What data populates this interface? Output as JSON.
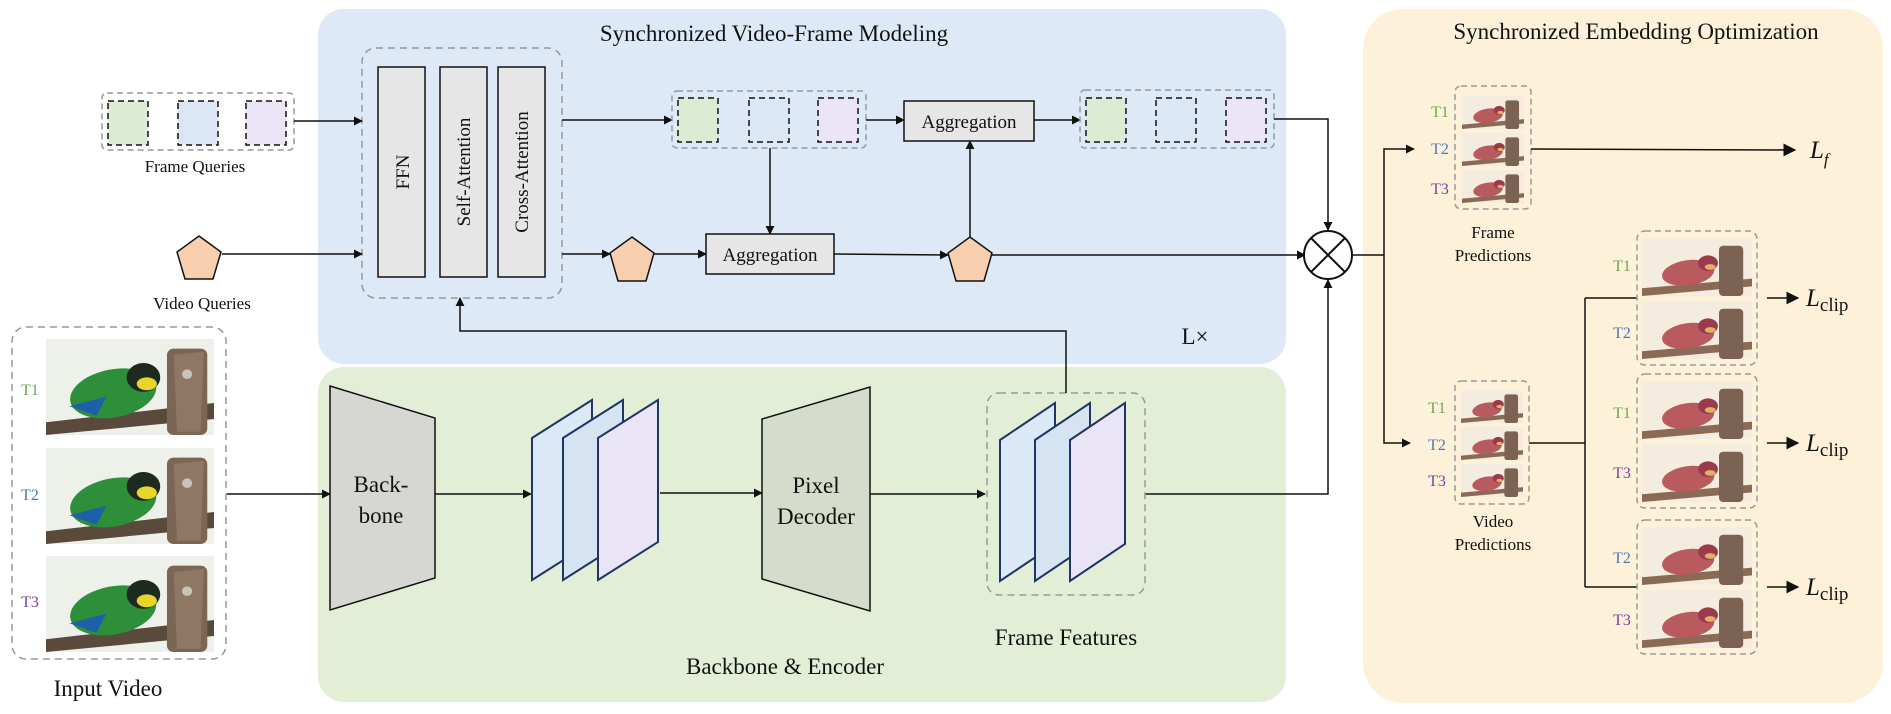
{
  "panels": {
    "sync_modeling": {
      "title": "Synchronized Video-Frame Modeling",
      "repeat_label": "L×",
      "fill": "#dde9f7"
    },
    "backbone_encoder": {
      "title": "Backbone & Encoder",
      "fill": "#e3eed6"
    },
    "sync_embedding": {
      "title": "Synchronized Embedding Optimization",
      "fill": "#fdf2d9"
    }
  },
  "inputs": {
    "frame_queries_label": "Frame Queries",
    "video_queries_label": "Video Queries",
    "input_video_label": "Input Video",
    "frame_labels": [
      "T1",
      "T2",
      "T3"
    ]
  },
  "blocks": {
    "ffn": "FFN",
    "self_attention": "Self-Attention",
    "cross_attention": "Cross-Attention",
    "aggregation": "Aggregation",
    "backbone_line1": "Back-",
    "backbone_line2": "bone",
    "pixel_decoder_line1": "Pixel",
    "pixel_decoder_line2": "Decoder",
    "frame_features_label": "Frame Features"
  },
  "outputs": {
    "frame_predictions_line1": "Frame",
    "frame_predictions_line2": "Predictions",
    "video_predictions_line1": "Video",
    "video_predictions_line2": "Predictions",
    "loss_symbol": "L",
    "loss_frame_sub": "f",
    "loss_clip_sub": "clip",
    "clip_pairs": [
      [
        "T1",
        "T2"
      ],
      [
        "T1",
        "T3"
      ],
      [
        "T2",
        "T3"
      ]
    ]
  },
  "colors": {
    "t1": "#6aa84f",
    "t2": "#4a78c2",
    "t3": "#7b3f9e",
    "query_green": "#dcebd3",
    "query_blue": "#dbe7f5",
    "query_purple": "#ebe3f6",
    "pentagon": "#f8cfae",
    "block_gray": "#e6e6e6",
    "trapezoid_gray": "#d6d6d3",
    "pixel_decoder_gray": "#d5dccb",
    "feature_navy": "#1f3566"
  }
}
